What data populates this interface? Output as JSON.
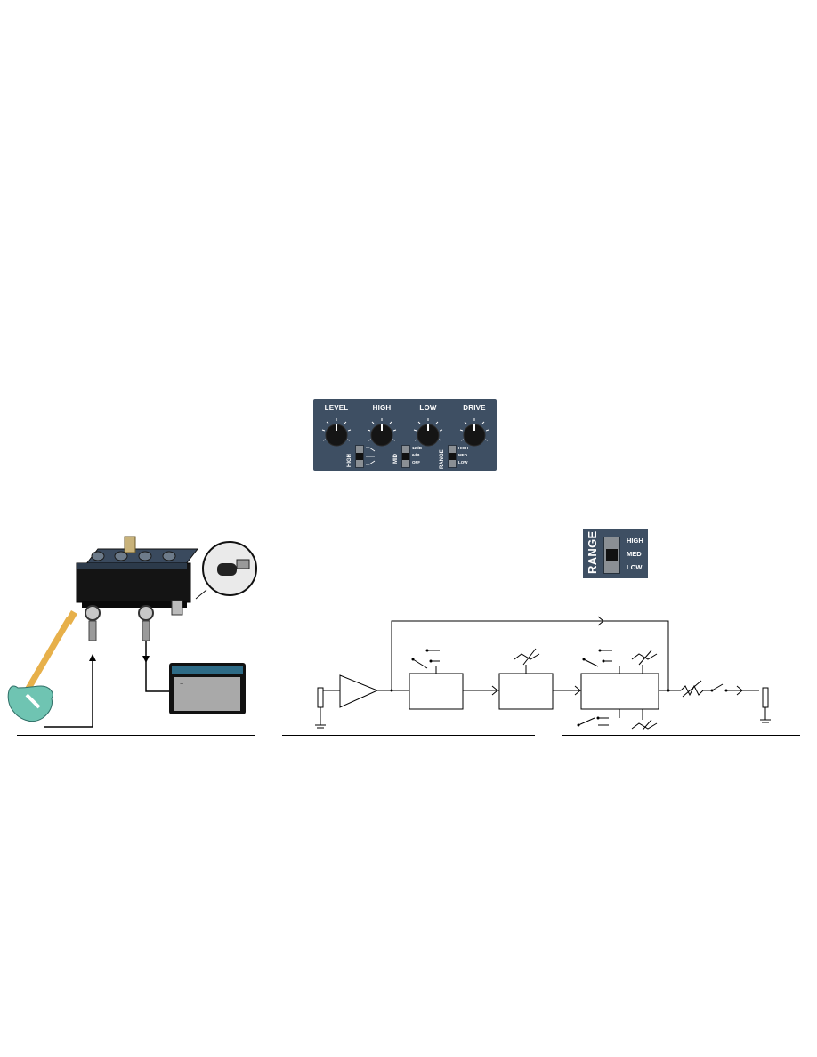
{
  "panel": {
    "knobs": [
      "LEVEL",
      "HIGH",
      "LOW",
      "DRIVE"
    ],
    "high_switch": {
      "label": "HIGH"
    },
    "mid_switch": {
      "label": "MID",
      "options": [
        "12dB",
        "6dB",
        "OFF"
      ]
    },
    "range_switch": {
      "label": "RANGE",
      "options": [
        "HIGH",
        "MED",
        "LOW"
      ]
    }
  },
  "range_detail": {
    "label": "RANGE",
    "options": [
      "HIGH",
      "MED",
      "LOW"
    ],
    "selected": "MED"
  },
  "colors": {
    "panel": "#3e4f63",
    "guitar": "#6fc4b2",
    "neck": "#e7b04a",
    "pedal": "#141414"
  }
}
